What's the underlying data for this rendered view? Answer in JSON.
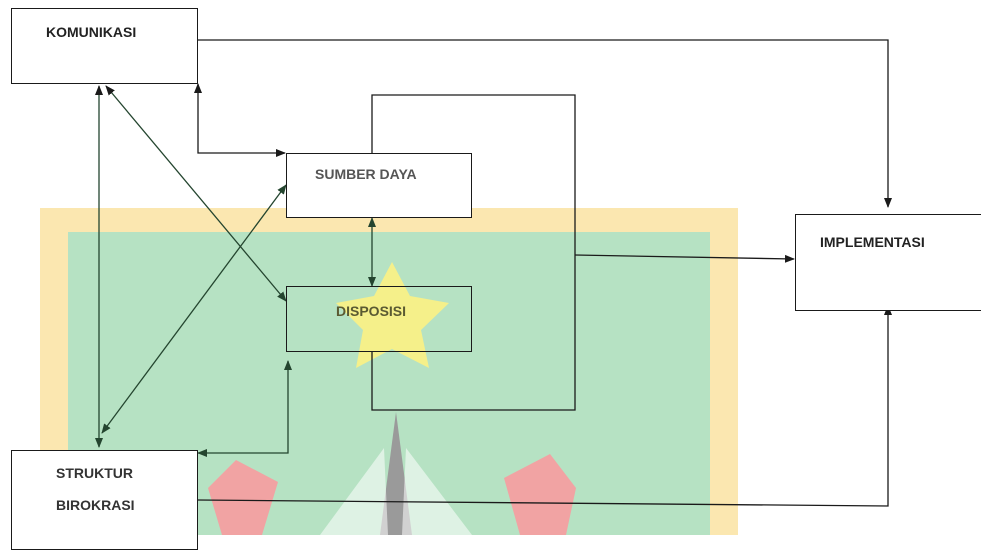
{
  "nodes": {
    "komunikasi": "KOMUNIKASI",
    "sumber_daya": "SUMBER DAYA",
    "disposisi": "DISPOSISI",
    "implementasi": "IMPLEMENTASI",
    "struktur_birokrasi": [
      "STRUKTUR",
      "BIROKRASI"
    ]
  },
  "colors": {
    "watermark_border": "#fbe7b0",
    "watermark_fill": "#b6e2c3",
    "watermark_star": "#f5f08a",
    "watermark_red": "#f1a3a3",
    "watermark_grey": "#9a9a9a",
    "line_black": "#1a1a1a",
    "line_dark_green": "#24452f",
    "line_grey": "#666666"
  },
  "edges": [
    {
      "from": "komunikasi",
      "to": "implementasi"
    },
    {
      "from": "komunikasi",
      "to": "sumber_daya",
      "bidirectional": true
    },
    {
      "from": "komunikasi",
      "to": "disposisi",
      "bidirectional": true
    },
    {
      "from": "komunikasi",
      "to": "struktur_birokrasi",
      "bidirectional": true
    },
    {
      "from": "sumber_daya",
      "to": "disposisi",
      "bidirectional": true
    },
    {
      "from": "sumber_daya",
      "to": "struktur_birokrasi",
      "bidirectional": true
    },
    {
      "from": "struktur_birokrasi",
      "to": "disposisi",
      "bidirectional": true
    },
    {
      "from": "struktur_birokrasi",
      "to": "implementasi"
    },
    {
      "from": "sumber_daya",
      "to": "implementasi",
      "via": "disposisi"
    }
  ]
}
